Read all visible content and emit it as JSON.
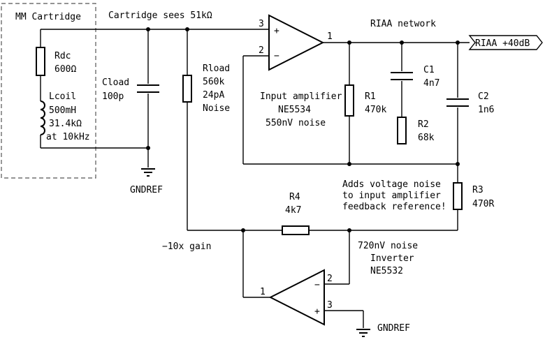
{
  "cartridge_box": {
    "title": "MM Cartridge",
    "rdc": {
      "name": "Rdc",
      "value": "600Ω"
    },
    "lcoil": {
      "name": "Lcoil",
      "value": "500mH",
      "impedance": "31.4kΩ",
      "freq": "at 10kHz"
    }
  },
  "annotations": {
    "cartridge_sees": "Cartridge sees 51kΩ",
    "riaa_network": "RIAA network",
    "gain": "−10x gain",
    "noise_note": [
      "Adds voltage noise",
      "to input amplifier",
      "feedback reference!"
    ]
  },
  "ground_labels": {
    "top": "GNDREF",
    "bottom": "GNDREF"
  },
  "output_label": "RIAA +40dB",
  "components": {
    "cload": {
      "name": "Cload",
      "value": "100p"
    },
    "rload": {
      "name": "Rload",
      "value": "560k",
      "noise": "24pA",
      "noise_label": "Noise"
    },
    "input_amp": {
      "title": "Input amplifier",
      "part": "NE5534",
      "noise": "550nV noise"
    },
    "r1": {
      "name": "R1",
      "value": "470k"
    },
    "c1": {
      "name": "C1",
      "value": "4n7"
    },
    "r2": {
      "name": "R2",
      "value": "68k"
    },
    "c2": {
      "name": "C2",
      "value": "1n6"
    },
    "r3": {
      "name": "R3",
      "value": "470R"
    },
    "r4": {
      "name": "R4",
      "value": "4k7"
    },
    "inverter": {
      "noise": "720nV noise",
      "title": "Inverter",
      "part": "NE5532"
    }
  },
  "pins": {
    "u1_in_plus": "3",
    "u1_in_minus": "2",
    "u1_out": "1",
    "u2_in_minus": "2",
    "u2_in_plus": "3",
    "u2_out": "1",
    "u1_plus_sign": "+",
    "u1_minus_sign": "−",
    "u2_plus_sign": "+",
    "u2_minus_sign": "−"
  }
}
